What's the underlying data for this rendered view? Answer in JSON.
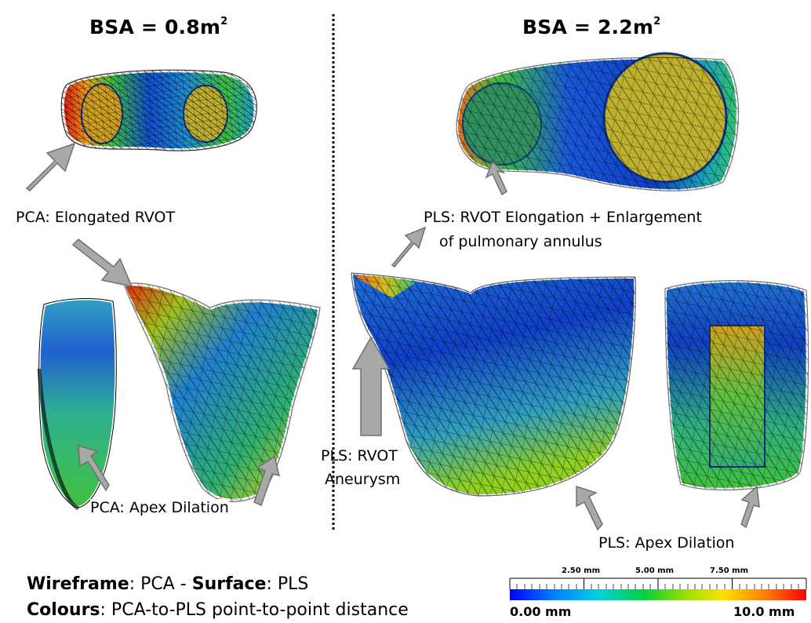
{
  "headers": {
    "left": {
      "prefix": "BSA = 0.8m",
      "sup": "2"
    },
    "right": {
      "prefix": "BSA = 2.2m",
      "sup": "2"
    }
  },
  "annotations": {
    "pca_elongated_rvot": "PCA: Elongated RVOT",
    "pca_apex_dilation": "PCA: Apex Dilation",
    "pls_rvot_elongation_line1": "PLS: RVOT Elongation + Enlargement",
    "pls_rvot_elongation_line2": "of pulmonary annulus",
    "pls_rvot_aneurysm_line1": "PLS: RVOT",
    "pls_rvot_aneurysm_line2": "Aneurysm",
    "pls_apex_dilation": "PLS: Apex Dilation"
  },
  "legend": {
    "wireframe_key": "Wireframe",
    "wireframe_value": ": PCA - ",
    "surface_key": "Surface",
    "surface_value": ": PLS",
    "colours_key": "Colours",
    "colours_value": ": PCA-to-PLS point-to-point distance"
  },
  "colorbar": {
    "min_label": "0.00  mm",
    "max_label": "10.0  mm",
    "ticks": [
      "2.50  mm",
      "5.00  mm",
      "7.50  mm"
    ],
    "colors": [
      "#0000ff",
      "#00a0ff",
      "#00e0c0",
      "#00d000",
      "#a0e000",
      "#ffe000",
      "#ff8000",
      "#ff0000"
    ]
  }
}
